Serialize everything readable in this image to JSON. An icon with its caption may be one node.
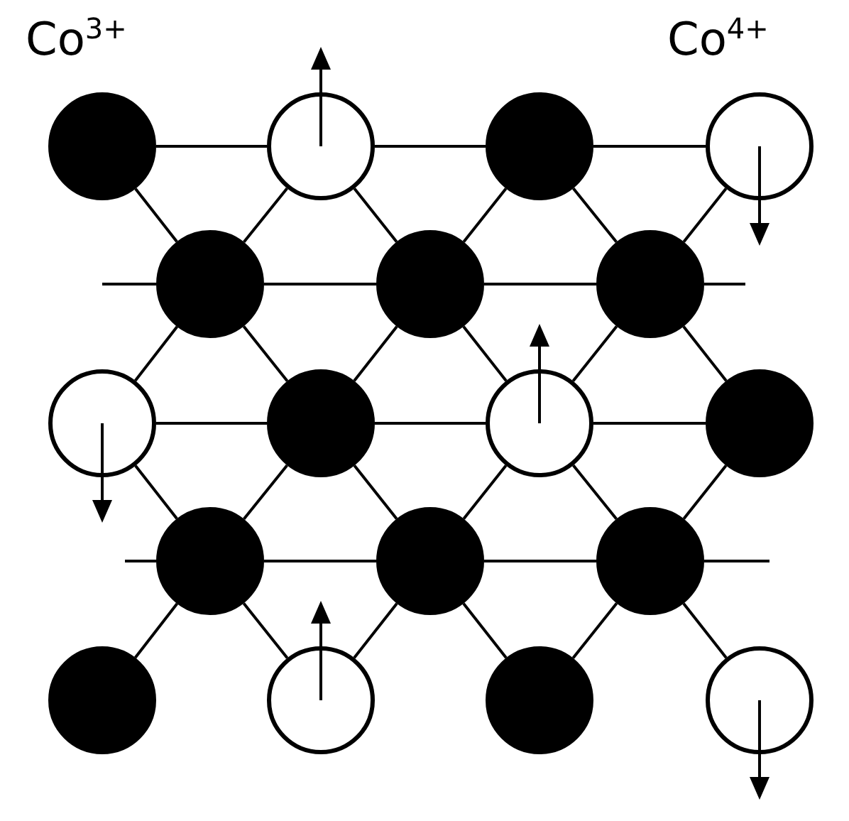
{
  "diagram": {
    "nodes": [
      {
        "text": [],
        "shape": "circle",
        "beside": [
          "Co$^{3+}$"
        ]
      },
      {
        "text": [],
        "shape": "circle"
      },
      {
        "text": [],
        "shape": "circle"
      },
      {
        "text": [],
        "shape": "circle",
        "beside": [
          "Co$^{4+}$"
        ]
      },
      {
        "text": [],
        "shape": "circle"
      },
      {
        "text": [],
        "shape": "circle"
      },
      {
        "text": [],
        "shape": "circle"
      },
      {
        "text": [],
        "shape": "circle"
      },
      {
        "text": [],
        "shape": "circle"
      },
      {
        "text": [],
        "shape": "circle"
      },
      {
        "text": [],
        "shape": "circle"
      },
      {
        "text": [],
        "shape": "circle"
      },
      {
        "text": [],
        "shape": "circle"
      },
      {
        "text": [],
        "shape": "circle"
      },
      {
        "text": [],
        "shape": "circle"
      },
      {
        "text": [],
        "shape": "circle"
      },
      {
        "text": [],
        "shape": "circle"
      },
      {
        "text": [],
        "shape": "circle"
      }
    ],
    "edges": [
      {
        "from": 0,
        "to": 1,
        "arrow": "none"
      },
      {
        "from": 1,
        "to": 2,
        "arrow": "none"
      },
      {
        "from": 2,
        "to": 3,
        "arrow": "none"
      },
      {
        "from": null,
        "to": 4,
        "arrow": "none"
      },
      {
        "from": 4,
        "to": 5,
        "arrow": "none"
      },
      {
        "from": 5,
        "to": 6,
        "arrow": "none"
      },
      {
        "from": 6,
        "to": null,
        "arrow": "none"
      },
      {
        "from": 7,
        "to": 8,
        "arrow": "none"
      },
      {
        "from": 8,
        "to": 9,
        "arrow": "none"
      },
      {
        "from": 9,
        "to": 10,
        "arrow": "none"
      },
      {
        "from": null,
        "to": 11,
        "arrow": "none"
      },
      {
        "from": 11,
        "to": 12,
        "arrow": "none"
      },
      {
        "from": 12,
        "to": 13,
        "arrow": "none"
      },
      {
        "from": 13,
        "to": null,
        "arrow": "none"
      },
      {
        "from": 0,
        "to": 4,
        "arrow": "none"
      },
      {
        "from": 1,
        "to": 4,
        "arrow": "none"
      },
      {
        "from": 1,
        "to": 5,
        "arrow": "none"
      },
      {
        "from": 2,
        "to": 5,
        "arrow": "none"
      },
      {
        "from": 2,
        "to": 6,
        "arrow": "none"
      },
      {
        "from": 3,
        "to": 6,
        "arrow": "none"
      },
      {
        "from": 4,
        "to": 7,
        "arrow": "none"
      },
      {
        "from": 4,
        "to": 8,
        "arrow": "none"
      },
      {
        "from": 5,
        "to": 8,
        "arrow": "none"
      },
      {
        "from": 5,
        "to": 9,
        "arrow": "none"
      },
      {
        "from": 6,
        "to": 9,
        "arrow": "none"
      },
      {
        "from": 6,
        "to": 10,
        "arrow": "none"
      },
      {
        "from": 7,
        "to": 11,
        "arrow": "none"
      },
      {
        "from": 8,
        "to": 11,
        "arrow": "none"
      },
      {
        "from": 8,
        "to": 12,
        "arrow": "none"
      },
      {
        "from": 9,
        "to": 12,
        "arrow": "none"
      },
      {
        "from": 9,
        "to": 13,
        "arrow": "none"
      },
      {
        "from": 10,
        "to": 13,
        "arrow": "none"
      },
      {
        "from": 11,
        "to": 14,
        "arrow": "none"
      },
      {
        "from": 11,
        "to": 15,
        "arrow": "none"
      },
      {
        "from": 12,
        "to": 15,
        "arrow": "none"
      },
      {
        "from": 12,
        "to": 16,
        "arrow": "none"
      },
      {
        "from": 13,
        "to": 16,
        "arrow": "none"
      },
      {
        "from": 13,
        "to": 17,
        "arrow": "none"
      }
    ]
  }
}
